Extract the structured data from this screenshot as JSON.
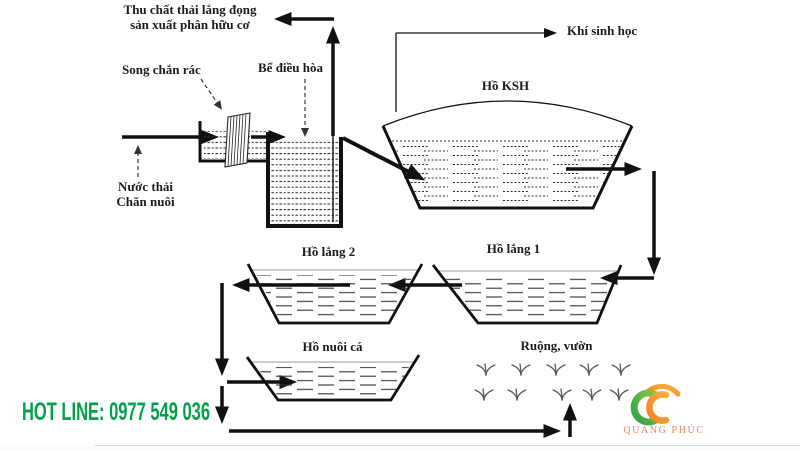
{
  "diagram": {
    "compost_line1": "Thu chất thải lắng đọng",
    "compost_line2": "sản xuất phân hữu cơ",
    "screen": "Song chắn rác",
    "eq_tank": "Bể điều hòa",
    "biogas": "Khí sinh học",
    "ksh_pond": "Hồ KSH",
    "influent_line1": "Nước thải",
    "influent_line2": "Chăn nuôi",
    "settling2": "Hồ lắng 2",
    "settling1": "Hồ lắng 1",
    "fish_pond": "Hồ nuôi cá",
    "fields": "Ruộng, vườn"
  },
  "footer": {
    "hotline": "HOT LINE: 0977 549 036",
    "hotline_color": "#00a14b",
    "brand": "QUANG PHÚC",
    "brand_color": "#ea8468",
    "logo_colors": {
      "green_dark": "#2ba24e",
      "green_light": "#8dc63f",
      "orange_dark": "#f58220",
      "orange_light": "#fbb040"
    }
  }
}
